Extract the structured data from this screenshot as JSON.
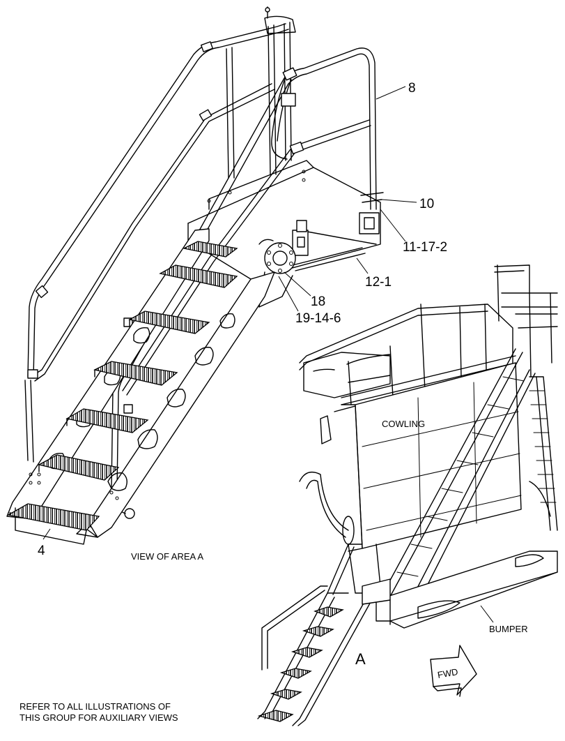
{
  "callouts": {
    "c8": "8",
    "c10": "10",
    "c11": "11-17-2",
    "c12": "12-1",
    "c18": "18",
    "c19": "19-14-6",
    "c4": "4"
  },
  "labels": {
    "cowling": "COWLING",
    "view_of_area": "VIEW OF AREA  A",
    "bumper": "BUMPER",
    "area_marker": "A",
    "fwd": "FWD",
    "note_line1": "REFER TO ALL ILLUSTRATIONS OF",
    "note_line2": "THIS GROUP FOR AUXILIARY VIEWS"
  },
  "colors": {
    "line": "#000000",
    "background": "#ffffff"
  }
}
